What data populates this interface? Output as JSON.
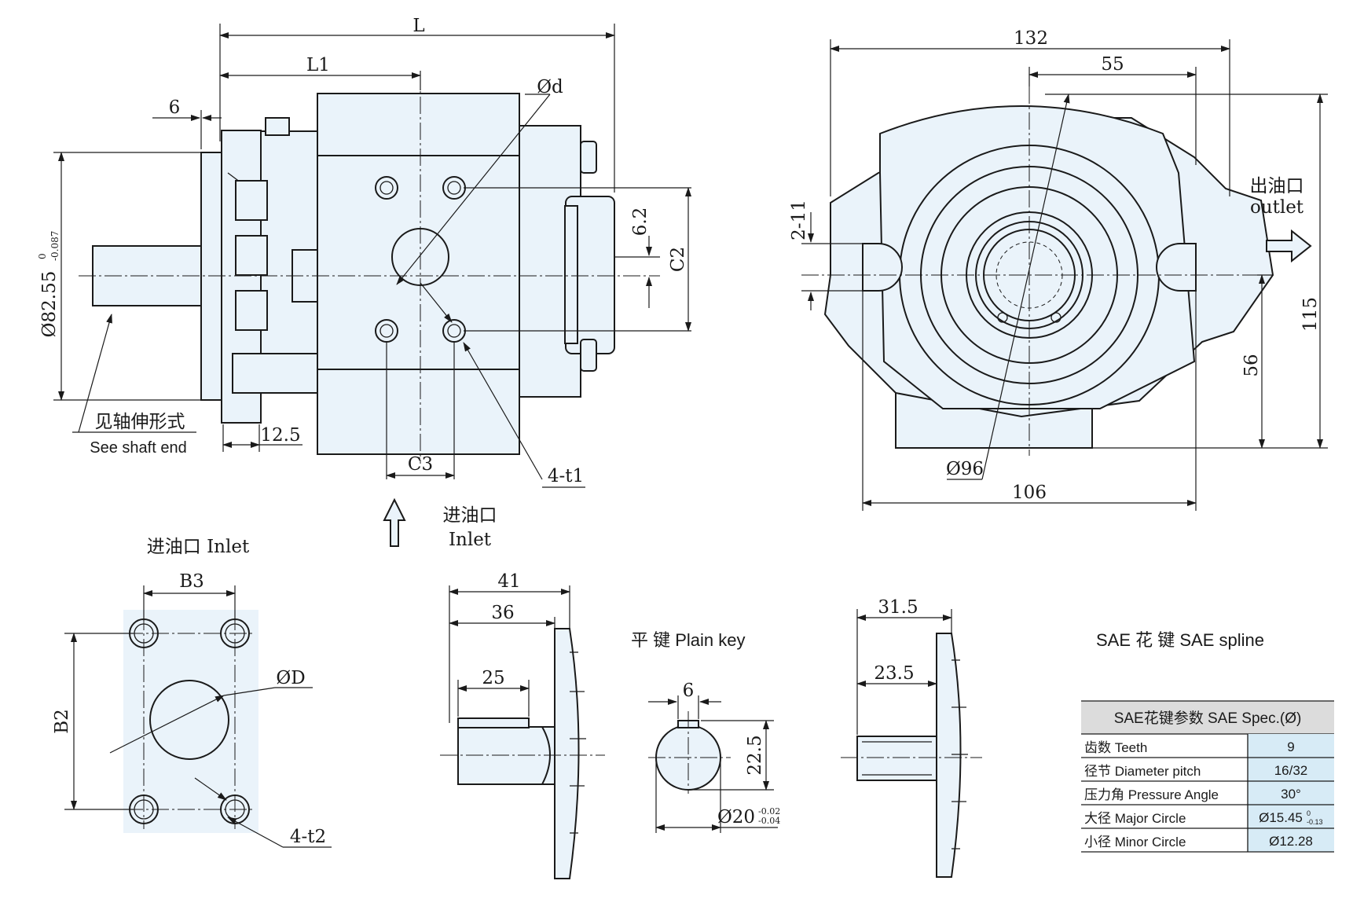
{
  "front_view": {
    "dim_L": "L",
    "dim_L1": "L1",
    "dim_d": "Ød",
    "dim_6": "6",
    "dim_dia": "Ø82.55",
    "dim_dia_tol_upper": "0",
    "dim_dia_tol_lower": "-0.087",
    "dim_62": "6.2",
    "dim_C2": "C2",
    "dim_C3": "C3",
    "dim_4t1": "4-t1",
    "dim_125": "12.5",
    "shaft_note_cn": "见轴伸形式",
    "shaft_note_en": "See shaft end",
    "inlet_cn": "进油口",
    "inlet_en": "Inlet"
  },
  "side_view": {
    "dim_132": "132",
    "dim_55": "55",
    "dim_2_11": "2-11",
    "dim_115": "115",
    "dim_56": "56",
    "dim_96": "Ø96",
    "dim_106": "106",
    "outlet_cn": "出油口",
    "outlet_en": "outlet"
  },
  "inlet_view": {
    "title": "进油口 Inlet",
    "dim_B3": "B3",
    "dim_B2": "B2",
    "dim_D": "ØD",
    "dim_4t2": "4-t2"
  },
  "plain_key": {
    "dim_41": "41",
    "dim_36": "36",
    "dim_25": "25",
    "title": "平 键  Plain key",
    "dim_6": "6",
    "dim_225": "22.5",
    "dim_20": "Ø20",
    "dim_20_tol_upper": "-0.02",
    "dim_20_tol_lower": "-0.04"
  },
  "sae_spline": {
    "dim_315": "31.5",
    "dim_235": "23.5",
    "title": "SAE 花 键  SAE spline",
    "table_header": "SAE花键参数  SAE Spec.(Ø)",
    "rows": [
      {
        "label": "齿数 Teeth",
        "value": "9"
      },
      {
        "label": "径节 Diameter pitch",
        "value": "16/32"
      },
      {
        "label": "压力角 Pressure Angle",
        "value": "30°"
      },
      {
        "label": "大径 Major Circle",
        "value": "Ø15.45",
        "tol_upper": "0",
        "tol_lower": "-0.13"
      },
      {
        "label": "小径 Minor Circle",
        "value": "Ø12.28"
      }
    ]
  },
  "colors": {
    "fill": "#eaf3fa",
    "line": "#1a1a1a",
    "table_value_fill": "#d7ebf6",
    "table_header_fill": "#dcdcdc"
  }
}
